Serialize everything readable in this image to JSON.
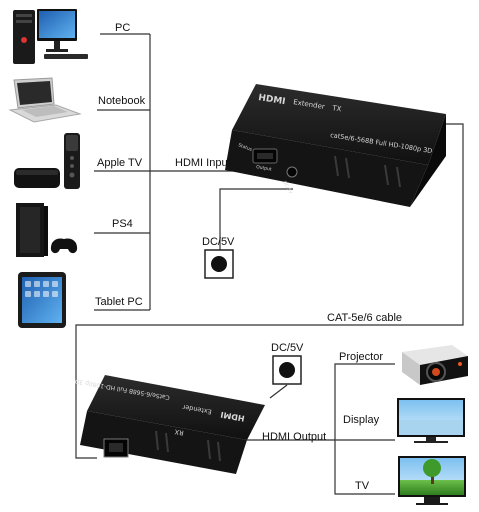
{
  "sources": {
    "pc": "PC",
    "notebook": "Notebook",
    "apple_tv": "Apple TV",
    "ps4": "PS4",
    "tablet_pc": "Tablet PC"
  },
  "hdmi_input": "HDMI Input",
  "hdmi_output": "HDMI Output",
  "power_tx": "DC/5V",
  "power_rx": "DC/5V",
  "cable": "CAT-5e/6 cable",
  "displays": {
    "projector": "Projector",
    "display": "Display",
    "tv": "TV"
  },
  "tx_unit": {
    "brand": "HDMI",
    "model": "Extender",
    "role": "TX",
    "spec": "cat5e/6-568B Full HD-1080p 3D",
    "port_left": "Status",
    "port_mid": "Output",
    "port_right": "DC/5V"
  },
  "rx_unit": {
    "brand": "HDMI",
    "model": "Extender",
    "role": "RX",
    "spec": "Cat5e/6-568B Full HD-1080p 3D"
  },
  "colors": {
    "line": "#333333",
    "device": "#1c1c1c",
    "screen": "#3a8fd8"
  }
}
